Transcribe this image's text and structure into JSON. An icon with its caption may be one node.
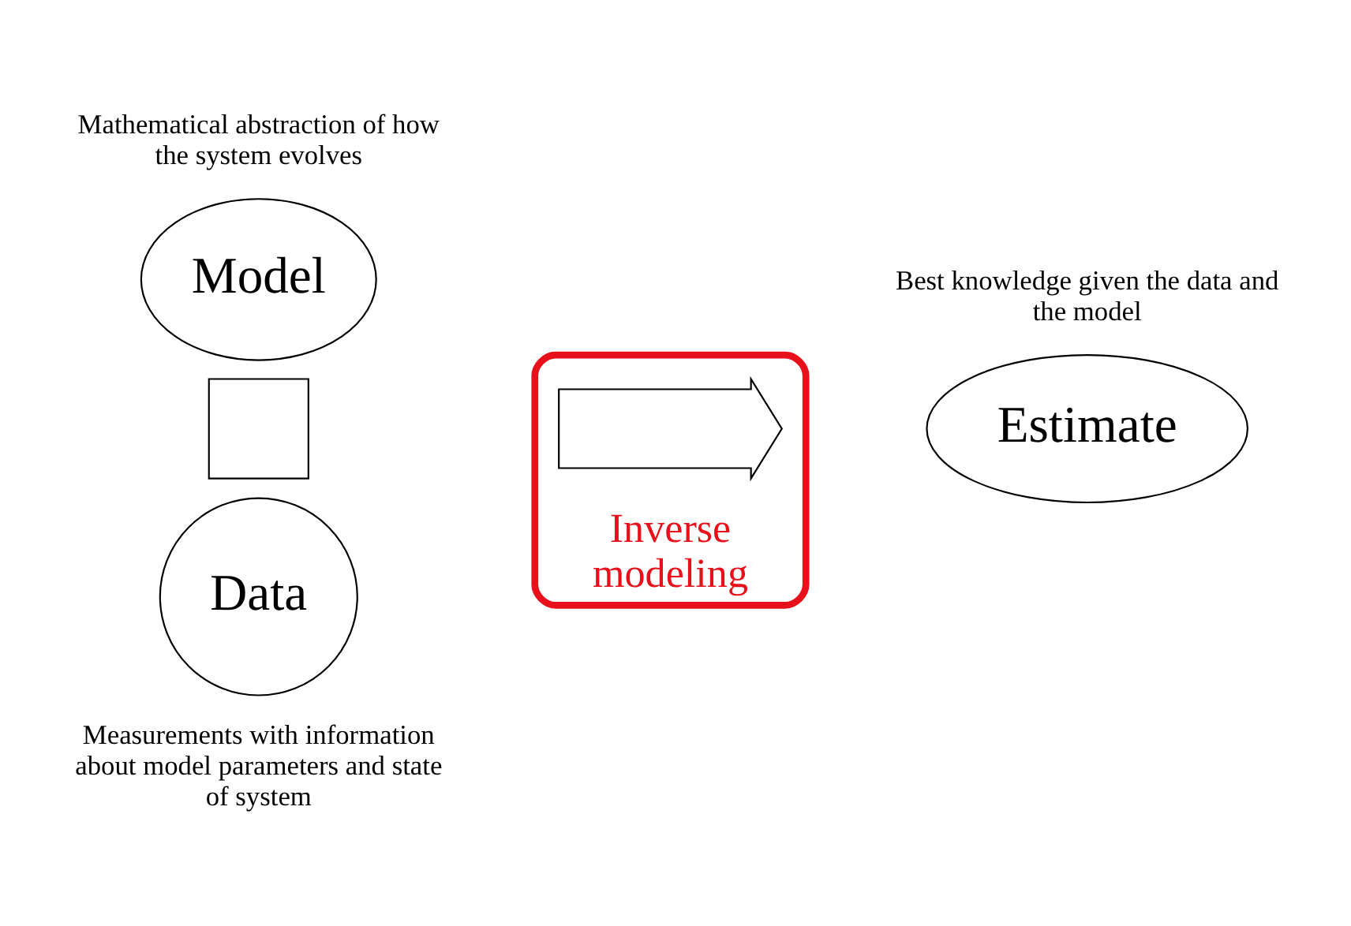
{
  "diagram": {
    "nodes": [
      {
        "text": [
          "Model"
        ],
        "beside": [
          "Mathematical abstraction of how the system evolves"
        ]
      },
      {
        "text": [],
        "shape": "cross"
      },
      {
        "text": [
          "Data"
        ],
        "beside": [
          "Measurements with information about model parameters and state of system"
        ]
      },
      {
        "text": [
          "Inverse modeling"
        ]
      },
      {
        "text": [],
        "shape": "arrow",
        "in": 3
      },
      {
        "text": [
          "Estimate"
        ],
        "beside": [
          "Best knowledge given the data and the model"
        ]
      }
    ],
    "edges": []
  }
}
